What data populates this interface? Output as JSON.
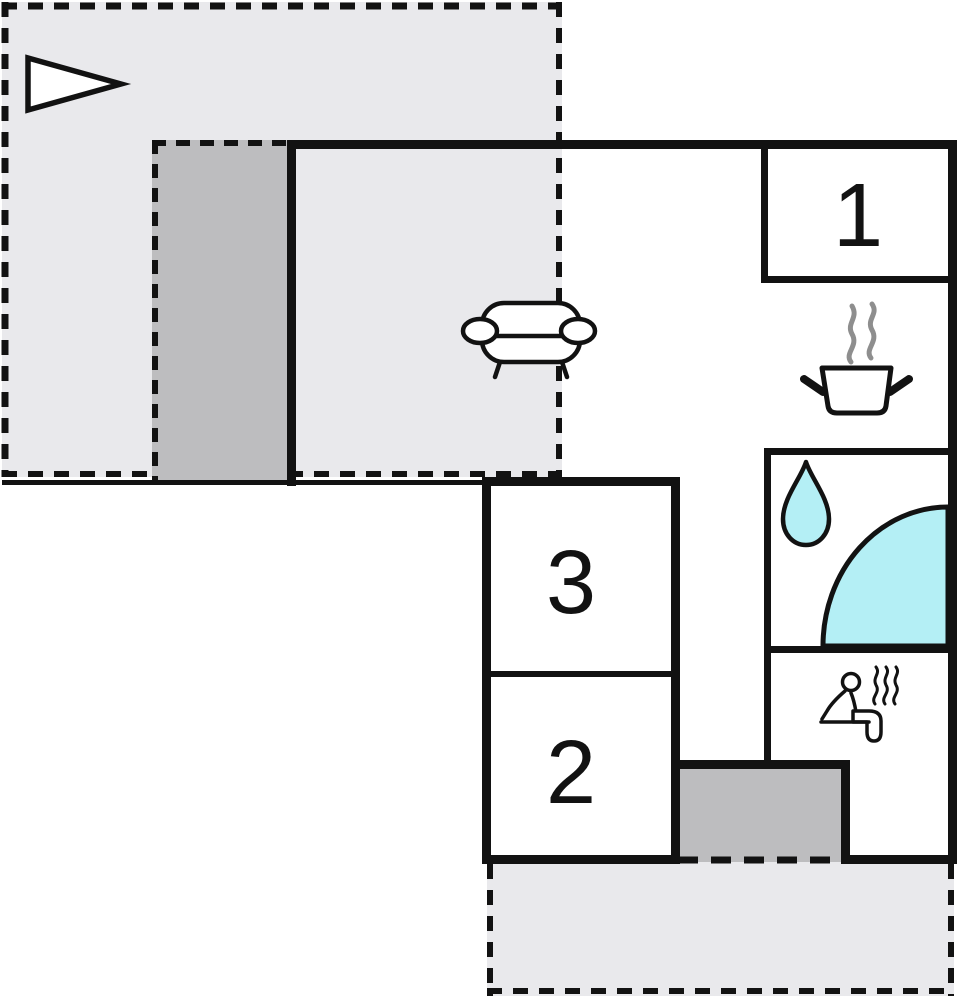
{
  "floorplan": {
    "description": "holiday-home floor plan",
    "rooms": {
      "room_1": {
        "label": "1"
      },
      "room_2": {
        "label": "2"
      },
      "room_3": {
        "label": "3"
      }
    },
    "icons": {
      "arrow": "direction-arrow",
      "living": "sofa",
      "kitchen": "steaming-pot",
      "bath": "water-drop",
      "tub": "corner-bathtub",
      "sauna": "sauna-person-with-steam"
    },
    "colors": {
      "background": "#ffffff",
      "terrace": "#e9e9ec",
      "step": "#bdbdbf",
      "water": "#b4eff5",
      "wall": "#121212",
      "steam": "#8e8e8e"
    }
  }
}
